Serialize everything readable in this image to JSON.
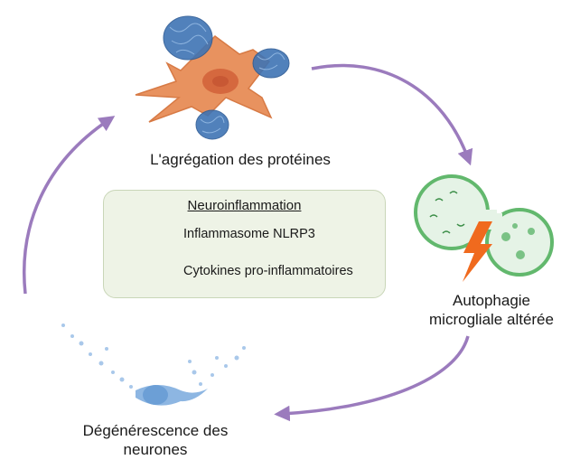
{
  "labels": {
    "protein_aggregation": "L'agrégation des protéines",
    "autophagy_line1": "Autophagie",
    "autophagy_line2": "microgliale altérée",
    "degeneration_line1": "Dégénérescence des",
    "degeneration_line2": "neurones"
  },
  "box": {
    "title": "Neuroinflammation",
    "items": [
      {
        "label": "Inflammasome NLRP3",
        "icon": "inflammasome-icon"
      },
      {
        "label": "Cytokines pro-inflammatoires",
        "icon": "cytokines-icon"
      }
    ]
  },
  "colors": {
    "arrow": "#9b7bbd",
    "cell_body": "#e8925f",
    "cell_nucleus": "#d5683e",
    "protein_aggregate": "#3f74b4",
    "microglia_green": "#62b86d",
    "lightning": "#f06a1e",
    "neuron_blue": "#6c9fd6",
    "box_bg": "#eef3e6",
    "inflammasome": "#7b5aa6",
    "cytokine": "#e67f6a"
  }
}
